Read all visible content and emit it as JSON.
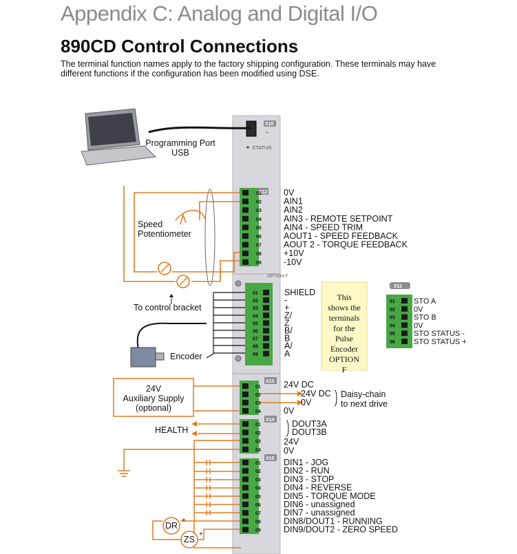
{
  "header": {
    "appendix_title": "Appendix C: Analog and Digital I/O",
    "section_title": "890CD Control Connections",
    "intro": "The terminal function names apply to the factory shipping configuration. These terminals may have different functions if the configuration has been modified using DSE."
  },
  "usb": {
    "connector": "X10",
    "status_label": "STATUS",
    "label_line1": "Programming Port",
    "label_line2": "USB"
  },
  "x12": {
    "connector": "X12",
    "pins": [
      "01",
      "02",
      "03",
      "04",
      "05",
      "06",
      "07",
      "08",
      "09"
    ],
    "functions": [
      "0V",
      "AIN1",
      "AIN2",
      "AIN3 - REMOTE SETPOINT",
      "AIN4 - SPEED TRIM",
      "AOUT1 - SPEED FEEDBACK",
      "AOUT 2 - TORQUE FEEDBACK",
      "+10V",
      "-10V"
    ]
  },
  "speed_pot": {
    "line1": "Speed",
    "line2": "Potentiometer"
  },
  "option_f": {
    "label": "OPTION F",
    "pins": [
      "01",
      "02",
      "03",
      "04",
      "05",
      "06",
      "07",
      "08",
      "09"
    ],
    "functions": [
      "SHIELD",
      "-",
      "+",
      "Z/",
      "Z",
      "B/",
      "B",
      "A/",
      "A"
    ],
    "control_bracket": "To control bracket",
    "encoder": "Encoder",
    "note_lines": [
      "This",
      "shows the",
      "terminals",
      "for the",
      "Pulse",
      "Encoder",
      "OPTION",
      "F"
    ]
  },
  "x11": {
    "connector": "X11",
    "pins": [
      "01",
      "02",
      "03",
      "04",
      "05",
      "06"
    ],
    "functions": [
      "STO A",
      "0V",
      "STO B",
      "0V",
      "STO STATUS -",
      "STO STATUS +"
    ]
  },
  "x13": {
    "connector": "X13",
    "pins": [
      "01",
      "02",
      "03",
      "04"
    ],
    "functions": [
      "24V DC",
      "24V DC",
      "0V",
      "0V"
    ],
    "daisy_chain_line1": "Daisy-chain",
    "daisy_chain_line2": "to next drive",
    "aux_line1": "24V",
    "aux_line2": "Auxiliary Supply",
    "aux_line3": "(optional)"
  },
  "x14": {
    "connector": "X14",
    "pins": [
      "01",
      "02",
      "03",
      "04"
    ],
    "functions": [
      "DOUT3A",
      "DOUT3B",
      "24V",
      "0V"
    ],
    "health": "HEALTH"
  },
  "x15": {
    "connector": "X15",
    "pins": [
      "01",
      "02",
      "03",
      "04",
      "05",
      "06",
      "07",
      "08",
      "09"
    ],
    "functions": [
      "DIN1 - JOG",
      "DIN2 - RUN",
      "DIN3 - STOP",
      "DIN4 - REVERSE",
      "DIN5 - TORQUE MODE",
      "DIN6 - unassigned",
      "DIN7 - unassigned",
      "DIN8/DOUT1 - RUNNING",
      "DIN9/DOUT2 - ZERO SPEED"
    ],
    "relay1": "DR",
    "relay2": "ZS",
    "relay_sign": "+"
  },
  "colors": {
    "wire": "#e07a1e",
    "terminal": "#47a845",
    "panel": "#d7d7dd",
    "black_wire": "#111111"
  }
}
